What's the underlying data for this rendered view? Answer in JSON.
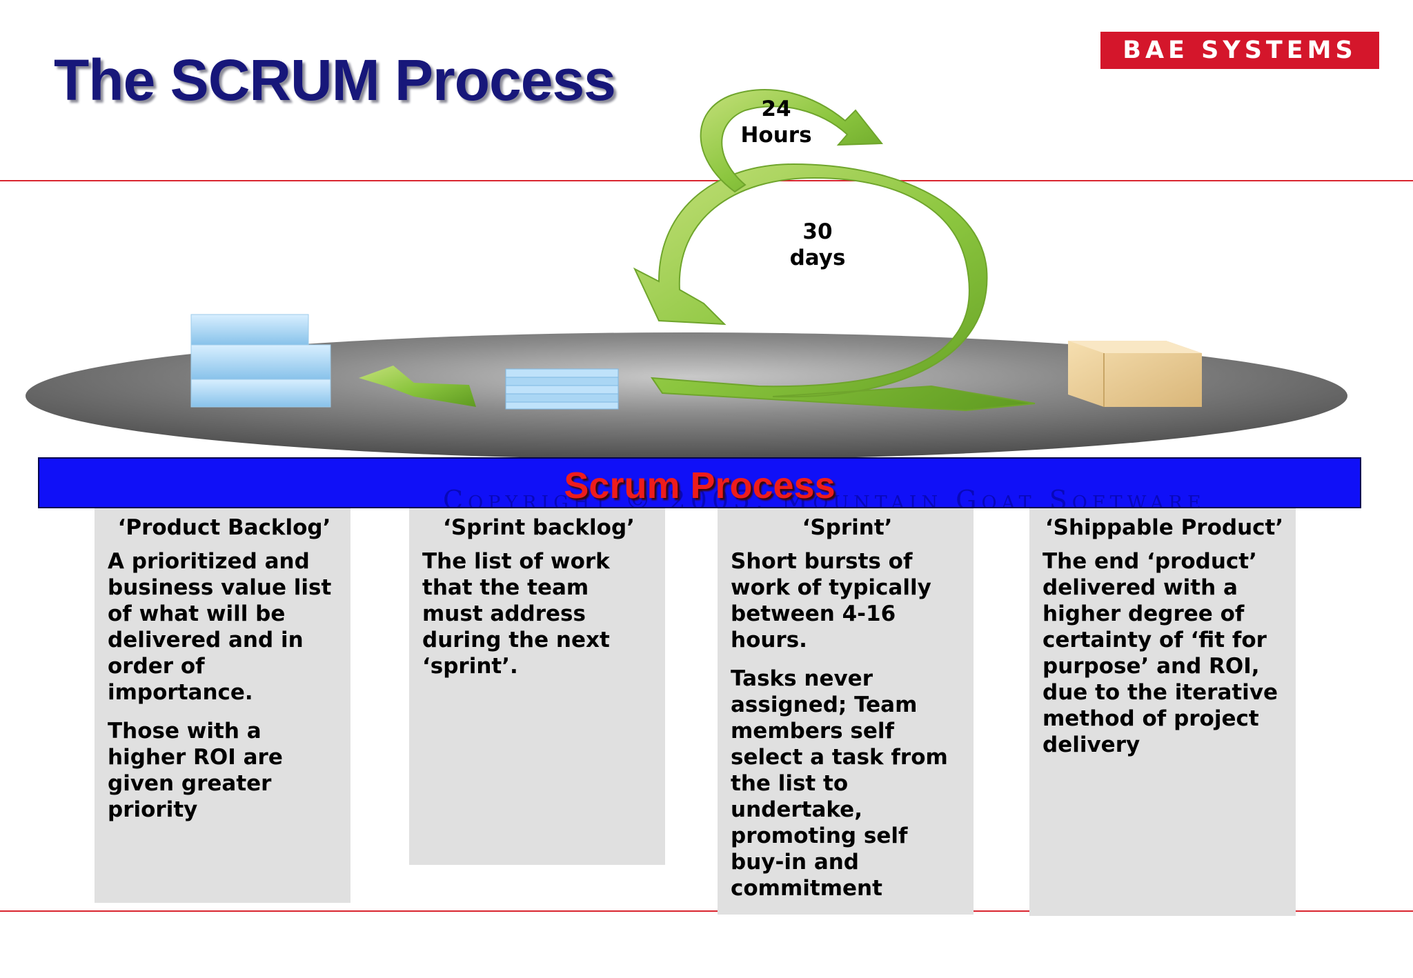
{
  "slide": {
    "title": "The SCRUM Process",
    "logo_text": "BAE SYSTEMS"
  },
  "diagram": {
    "daily_cycle_label": [
      "24",
      "Hours"
    ],
    "sprint_cycle_label": [
      "30",
      "days"
    ],
    "banner_title": "Scrum Process",
    "watermark": "Copyright © 2005, Mountain Goat Software"
  },
  "columns": [
    {
      "heading": "‘Product Backlog’",
      "paragraphs": [
        "A prioritized and business value list of what will be delivered and in order of importance.",
        "Those with a higher ROI are given greater priority"
      ]
    },
    {
      "heading": "‘Sprint backlog’",
      "paragraphs": [
        "The list of work that the team must address during the next ‘sprint’."
      ]
    },
    {
      "heading": "‘Sprint’",
      "paragraphs": [
        "Short bursts of work of typically between 4-16 hours.",
        "Tasks never assigned; Team members self select a task from the list to undertake, promoting self buy-in and commitment"
      ]
    },
    {
      "heading": "‘Shippable Product’",
      "paragraphs": [
        "The end ‘product’ delivered with a higher degree of certainty of ‘fit for purpose’ and ROI, due to the iterative method of project delivery"
      ]
    }
  ],
  "colors": {
    "title": "#17177a",
    "logo_bg": "#d4162b",
    "rule": "#d9252f",
    "banner_bg": "#1010f7",
    "banner_text": "#ee1c1c",
    "card_bg": "#e0e0e0",
    "arrow_green": "#8cc63f"
  }
}
